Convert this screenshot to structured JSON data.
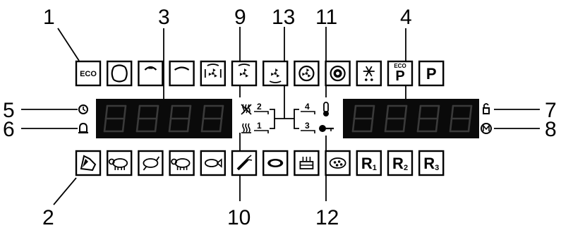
{
  "diagram": {
    "callouts": {
      "c1": "1",
      "c2": "2",
      "c3": "3",
      "c4": "4",
      "c5": "5",
      "c6": "6",
      "c7": "7",
      "c8": "8",
      "c9": "9",
      "c10": "10",
      "c11": "11",
      "c12": "12",
      "c13": "13"
    },
    "top_row_icons": [
      {
        "name": "eco-key",
        "label": "ECO"
      },
      {
        "name": "top-bottom-heat-icon"
      },
      {
        "name": "grill-icon"
      },
      {
        "name": "small-grill-icon"
      },
      {
        "name": "fan-grill-icon"
      },
      {
        "name": "fan-upper-heat-icon"
      },
      {
        "name": "fan-bottom-heat-icon"
      },
      {
        "name": "fan-ring-heat-icon"
      },
      {
        "name": "pizza-fan-icon"
      },
      {
        "name": "defrost-icon"
      },
      {
        "name": "eco-pyrolysis-key",
        "label": "P",
        "sup": "ECO"
      },
      {
        "name": "pyrolysis-key",
        "label": "P"
      }
    ],
    "bottom_row_icons": [
      {
        "name": "beef-icon"
      },
      {
        "name": "pork-icon"
      },
      {
        "name": "poultry-icon"
      },
      {
        "name": "lamb-icon"
      },
      {
        "name": "fish-icon"
      },
      {
        "name": "vegetables-icon"
      },
      {
        "name": "pizza-icon"
      },
      {
        "name": "cake-icon"
      },
      {
        "name": "gratin-icon"
      },
      {
        "name": "recipe-1-key",
        "label": "R",
        "sub": "1"
      },
      {
        "name": "recipe-2-key",
        "label": "R",
        "sub": "2"
      },
      {
        "name": "recipe-3-key",
        "label": "R",
        "sub": "3"
      }
    ],
    "shelf_levels": {
      "l1": "1",
      "l2": "2",
      "l3": "3",
      "l4": "4"
    },
    "accent_color": "#000000",
    "display_color": "#0a0a0a"
  }
}
